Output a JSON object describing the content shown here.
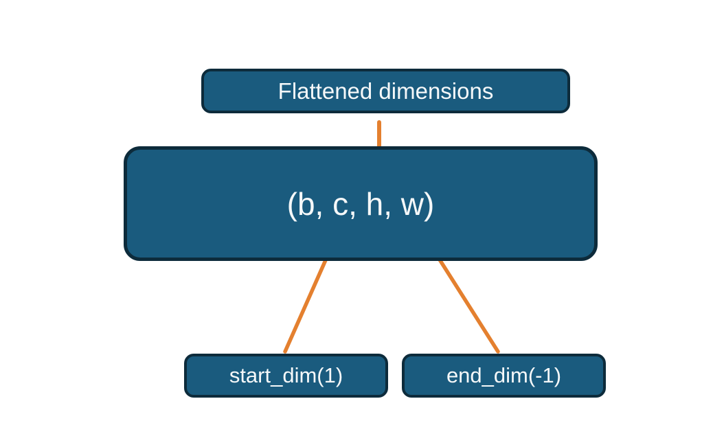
{
  "diagram": {
    "description": "Tensor flatten operation diagram",
    "title_box": {
      "label": "Flattened dimensions"
    },
    "tensor_box": {
      "label": "(b, c, h, w)"
    },
    "start_box": {
      "label": "start_dim(1)"
    },
    "end_box": {
      "label": "end_dim(-1)"
    },
    "connectors": [
      {
        "name": "flatten-brace",
        "type": "brace",
        "from": "title_box",
        "to": "tensor_box dims c..h"
      },
      {
        "name": "start-dim-arrow",
        "type": "arrow",
        "from": "start_box",
        "to": "dim c"
      },
      {
        "name": "end-dim-arrow",
        "type": "arrow",
        "from": "end_box",
        "to": "dim w"
      }
    ],
    "colors": {
      "background": "#ffffff",
      "box_fill": "#1a5b7e",
      "box_border": "#0d2b3b",
      "accent_orange": "#e4802f",
      "text": "#f5f8f9"
    }
  }
}
